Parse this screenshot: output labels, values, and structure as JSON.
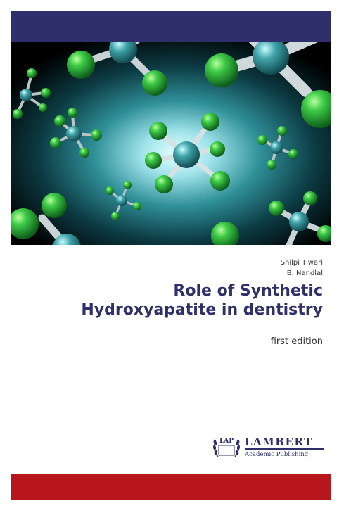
{
  "authors": [
    "Shilpi Tiwari",
    "B. Nandlal"
  ],
  "title_lines": [
    "Role of Synthetic",
    "Hydroxyapatite in dentistry"
  ],
  "edition": "first edition",
  "publisher": {
    "mark_text": "LAP",
    "name": "LAMBERT",
    "subtitle": "Academic Publishing"
  },
  "cover_art_icon": "molecule-illustration",
  "colors": {
    "top_band": "#2e2f6b",
    "bottom_band": "#b8161d",
    "title": "#2e2f6b",
    "atom_green": "#2fbf45",
    "atom_teal": "#3fa3a8"
  }
}
